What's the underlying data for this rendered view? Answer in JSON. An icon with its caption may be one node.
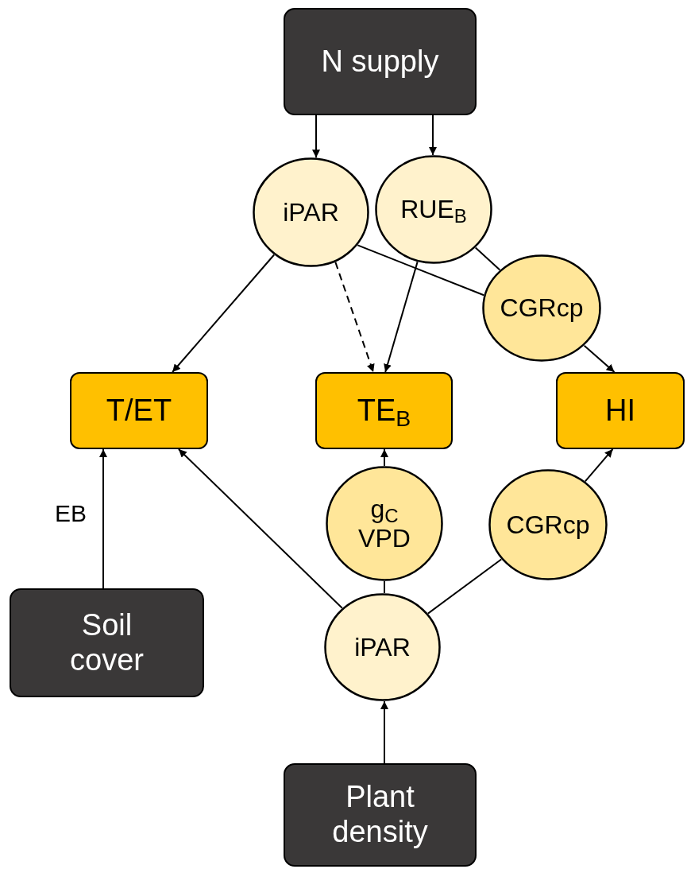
{
  "diagram": {
    "nodes": [
      {
        "text": [
          "N supply"
        ]
      },
      {
        "text": [
          "iPAR"
        ]
      },
      {
        "text": [
          "RUE$_{B}$"
        ]
      },
      {
        "text": [
          "CGRcp"
        ]
      },
      {
        "text": [
          "T/ET"
        ]
      },
      {
        "text": [
          "TE$_{B}$"
        ]
      },
      {
        "text": [
          "HI"
        ]
      },
      {
        "text": [
          "g$_{C}$ VPD"
        ]
      },
      {
        "text": [
          "CGRcp"
        ]
      },
      {
        "text": [
          "Soil cover"
        ]
      },
      {
        "text": [
          "iPAR"
        ]
      },
      {
        "text": [
          "Plant density"
        ]
      }
    ],
    "edges": [
      {
        "from": 0,
        "to": 1,
        "arrow": "to"
      },
      {
        "from": 0,
        "to": 2,
        "arrow": "to"
      },
      {
        "from": 1,
        "to": 4,
        "arrow": "to"
      },
      {
        "from": 1,
        "to": 5,
        "arrow": "to",
        "style": "dashed"
      },
      {
        "from": 2,
        "to": 5,
        "arrow": "to"
      },
      {
        "from": 1,
        "to": 3,
        "arrow": "none"
      },
      {
        "from": 2,
        "to": 3,
        "arrow": "none"
      },
      {
        "from": 3,
        "to": 6,
        "arrow": "to"
      },
      {
        "from": 9,
        "to": 4,
        "arrow": "to",
        "label": "EB"
      },
      {
        "from": 10,
        "to": 4,
        "arrow": "to"
      },
      {
        "from": 10,
        "to": 7,
        "arrow": "none"
      },
      {
        "from": 7,
        "to": 5,
        "arrow": "to"
      },
      {
        "from": 10,
        "to": 8,
        "arrow": "none"
      },
      {
        "from": 8,
        "to": 6,
        "arrow": "to"
      },
      {
        "from": 11,
        "to": 10,
        "arrow": "to"
      }
    ]
  }
}
